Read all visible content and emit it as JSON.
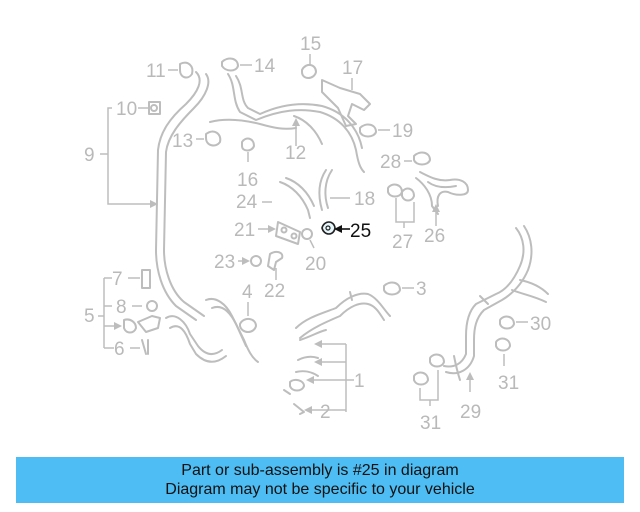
{
  "diagram": {
    "highlighted_part": "25",
    "callouts": {
      "c1": "1",
      "c2": "2",
      "c3": "3",
      "c4": "4",
      "c5": "5",
      "c6": "6",
      "c7": "7",
      "c8": "8",
      "c9": "9",
      "c10": "10",
      "c11": "11",
      "c12": "12",
      "c13": "13",
      "c14": "14",
      "c15": "15",
      "c16": "16",
      "c17": "17",
      "c18": "18",
      "c19": "19",
      "c20": "20",
      "c21": "21",
      "c22": "22",
      "c23": "23",
      "c24": "24",
      "c25": "25",
      "c26": "26",
      "c27": "27",
      "c28": "28",
      "c29": "29",
      "c30": "30",
      "c31a": "31",
      "c31b": "31"
    }
  },
  "banner": {
    "line1": "Part or sub-assembly is #25 in diagram",
    "line2": "Diagram may not be specific to your vehicle"
  },
  "colors": {
    "banner_bg": "#4dbdf3",
    "part_lines": "#bdbdbd",
    "highlight": "#111111"
  }
}
